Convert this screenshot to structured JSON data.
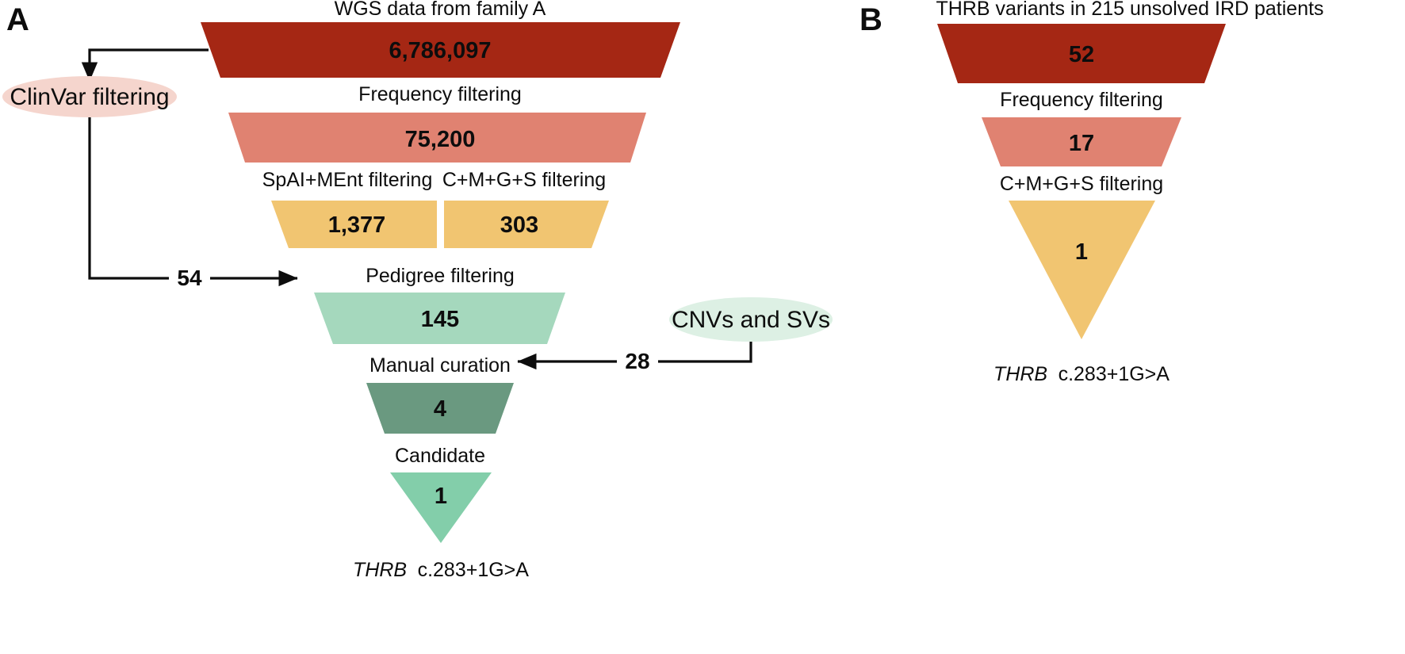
{
  "figure": {
    "background_color": "#ffffff",
    "text_color": "#0d0d0d",
    "connector_color": "#0d0d0d"
  },
  "palette": {
    "dark_red": "#a52714",
    "salmon": "#e08271",
    "amber": "#f1c571",
    "mint": "#a5d8bd",
    "dark_green": "#6a9980",
    "light_green": "#83ceaa",
    "bubble_pink": "#f5d5cd",
    "bubble_mint": "#ddf0e4"
  },
  "panelA": {
    "letter": "A",
    "title": "WGS data from family A",
    "steps": [
      {
        "label": "",
        "value": "6,786,097",
        "color": "#a52714",
        "name": "wgs-variants"
      },
      {
        "label": "Frequency filtering",
        "value": "75,200",
        "color": "#e08271",
        "name": "frequency-filtered"
      },
      {
        "label": "SpAI+MEnt filtering",
        "value": "1,377",
        "color": "#f1c571",
        "name": "splice-filtered"
      },
      {
        "label": "C+M+G+S filtering",
        "value": "303",
        "color": "#f1c571",
        "name": "cmgs-filtered"
      },
      {
        "label": "Pedigree filtering",
        "value": "145",
        "color": "#a5d8bd",
        "name": "pedigree-filtered"
      },
      {
        "label": "Manual curation",
        "value": "4",
        "color": "#6a9980",
        "name": "manual-curated"
      },
      {
        "label": "Candidate",
        "value": "1",
        "color": "#83ceaa",
        "name": "candidate"
      }
    ],
    "bubbles": [
      {
        "name": "clinvar-filtering-bubble",
        "label": "ClinVar filtering",
        "color": "#f5d5cd"
      },
      {
        "name": "cnvs-svs-bubble",
        "label": "CNVs and SVs",
        "color": "#ddf0e4"
      }
    ],
    "edges": [
      {
        "name": "clinvar-to-pedigree-edge",
        "value": "54"
      },
      {
        "name": "cnvs-to-manual-curation-edge",
        "value": "28"
      }
    ],
    "result": {
      "gene": "THRB",
      "change": "c.283+1G>A"
    }
  },
  "panelB": {
    "letter": "B",
    "title": "THRB variants in 215 unsolved IRD patients",
    "steps": [
      {
        "label": "",
        "value": "52",
        "color": "#a52714",
        "name": "thrb-variants"
      },
      {
        "label": "Frequency filtering",
        "value": "17",
        "color": "#e08271",
        "name": "frequency-filtered"
      },
      {
        "label": "C+M+G+S filtering",
        "value": "1",
        "color": "#f1c571",
        "name": "cmgs-filtered"
      }
    ],
    "result": {
      "gene": "THRB",
      "change": "c.283+1G>A"
    }
  }
}
